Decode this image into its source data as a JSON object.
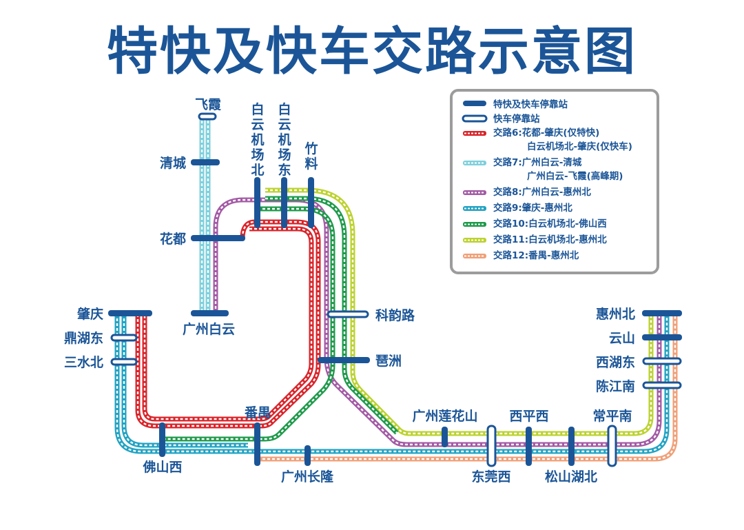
{
  "title": "特快及快车交路示意图",
  "colors": {
    "brand": "#1b5597",
    "route6": "#d9252b",
    "route7": "#7fd0dc",
    "route8": "#a35ba5",
    "route9": "#22a3c3",
    "route10": "#1f9a4b",
    "route11": "#bcd230",
    "route12": "#f0a079"
  },
  "legend": {
    "express_stop": "特快及快车停靠站",
    "rapid_stop": "快车停靠站",
    "routes": [
      {
        "id": "route6",
        "lines": [
          "交路6:花都-肇庆(仅特快)",
          "白云机场北-肇庆(仅快车)"
        ]
      },
      {
        "id": "route7",
        "lines": [
          "交路7:广州白云-清城",
          "广州白云-飞霞(高峰期)"
        ]
      },
      {
        "id": "route8",
        "lines": [
          "交路8:广州白云-惠州北"
        ]
      },
      {
        "id": "route9",
        "lines": [
          "交路9:肇庆-惠州北"
        ]
      },
      {
        "id": "route10",
        "lines": [
          "交路10:白云机场北-佛山西"
        ]
      },
      {
        "id": "route11",
        "lines": [
          "交路11:白云机场北-惠州北"
        ]
      },
      {
        "id": "route12",
        "lines": [
          "交路12:番禺-惠州北"
        ]
      }
    ]
  },
  "stations": {
    "feixia": "飞霞",
    "qingcheng": "清城",
    "huadu": "花都",
    "guangzhou_baiyun": "广州白云",
    "baiyun_airport_north": "白云机场北",
    "baiyun_airport_east": "白云机场东",
    "zhuliao": "竹料",
    "keyunlu": "科韵路",
    "sezhou": "琶洲",
    "zhaoqing": "肇庆",
    "dinghudong": "鼎湖东",
    "sanshuibei": "三水北",
    "foshanxi": "佛山西",
    "panyu": "番禺",
    "guangzhou_changlong": "广州长隆",
    "guangzhou_lianhuashan": "广州莲花山",
    "dongguanxi": "东莞西",
    "xipingxi": "西平西",
    "songshanhubei": "松山湖北",
    "changpingnan": "常平南",
    "huizhoubei": "惠州北",
    "yunshan": "云山",
    "xihudong": "西湖东",
    "chenjiangnan": "陈江南"
  }
}
